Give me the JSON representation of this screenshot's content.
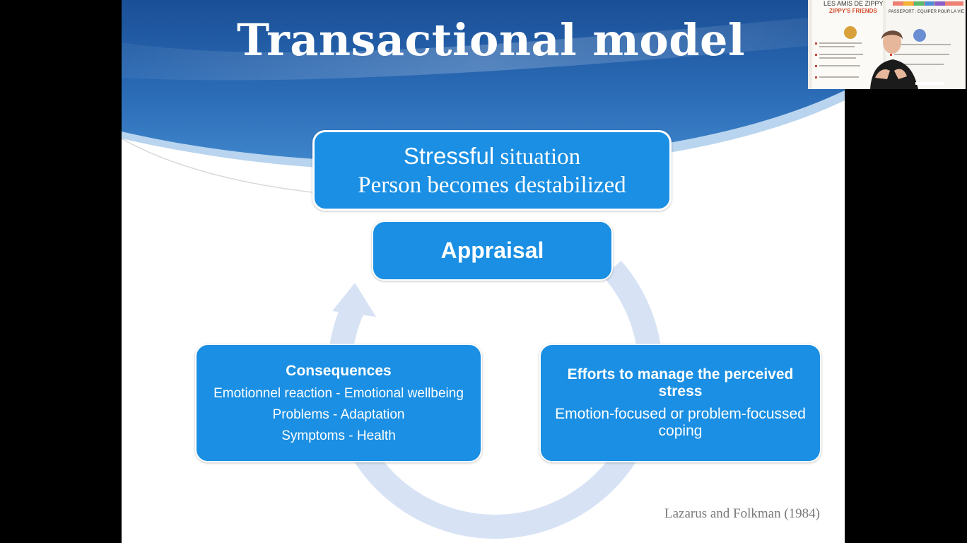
{
  "slide": {
    "title": "Transactional model",
    "boxes": {
      "stress": {
        "line1_a": "Stressful",
        "line1_b": " situation",
        "line2": "Person becomes destabilized"
      },
      "appraisal": {
        "label": "Appraisal"
      },
      "consequences": {
        "heading": "Consequences",
        "lines": [
          "Emotionnel  reaction -  Emotional wellbeing",
          "Problems  - Adaptation",
          "Symptoms  - Health"
        ]
      },
      "efforts": {
        "heading": "Efforts to manage the perceived stress",
        "body": "Emotion-focused or problem-focussed coping"
      }
    },
    "citation": "Lazarus and Folkman (1984)"
  },
  "webcam": {
    "poster_left_title": "LES AMIS DE ZIPPY",
    "poster_left_subtitle": "ZIPPY'S FRIENDS",
    "poster_right_title": "PASSEPORT : EQUIPER POUR LA VIE"
  },
  "colors": {
    "box_fill": "#1a8fe3",
    "header_blue": "#1b5ea8",
    "cycle_arrow": "#d7e3f5",
    "citation": "#7a7a7a"
  },
  "icons": {
    "cycle": "circular-arrow-icon"
  }
}
